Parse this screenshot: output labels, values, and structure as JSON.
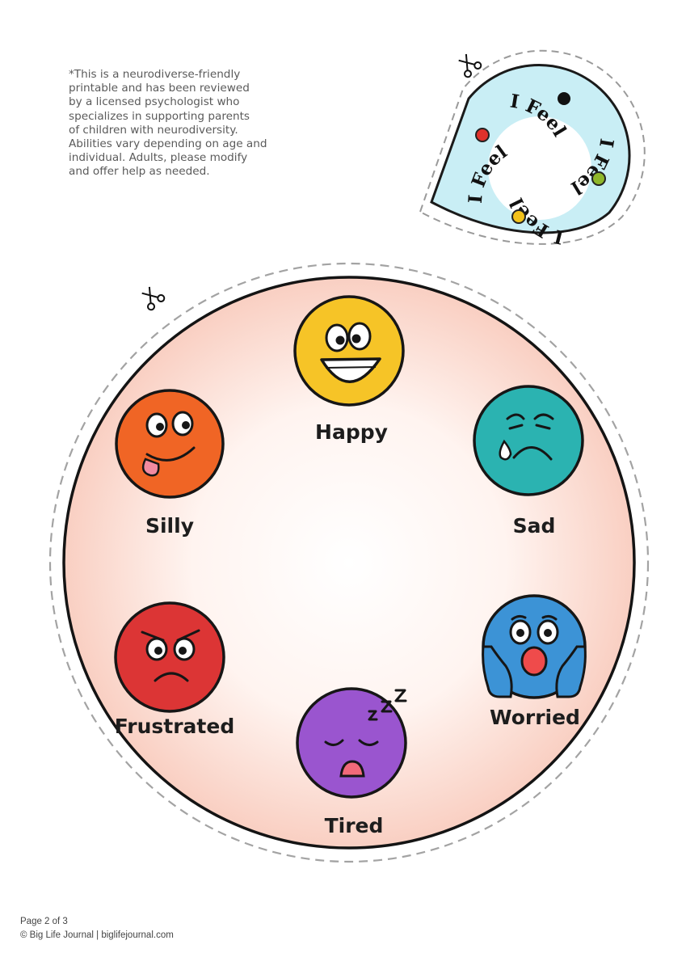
{
  "note": {
    "lines": [
      "*This is a neurodiverse-friendly",
      "printable and has been reviewed",
      "by a licensed psychologist who",
      "specializes in supporting parents",
      "of children with neurodiversity.",
      "Abilities vary depending on age and",
      "individual. Adults, please modify",
      "and offer help as needed."
    ]
  },
  "pointer": {
    "text": "I Feel",
    "colors": {
      "fill": "#c9eef5",
      "dot_black": "#111111",
      "dot_green": "#8fb72a",
      "dot_yellow": "#f2c21b",
      "dot_red": "#e0322b"
    }
  },
  "wheel": {
    "fill": "#f9cfc2",
    "emotions": [
      {
        "label": "Happy",
        "color": "#f6c427",
        "icon": "happy-face-icon"
      },
      {
        "label": "Sad",
        "color": "#2bb3b1",
        "icon": "sad-face-icon"
      },
      {
        "label": "Worried",
        "color": "#3c93d6",
        "icon": "worried-face-icon"
      },
      {
        "label": "Tired",
        "color": "#9a55cf",
        "icon": "tired-face-icon"
      },
      {
        "label": "Frustrated",
        "color": "#dc3535",
        "icon": "frustrated-face-icon"
      },
      {
        "label": "Silly",
        "color": "#f06525",
        "icon": "silly-face-icon"
      }
    ]
  },
  "footer": {
    "page": "Page 2 of 3",
    "copyright": "© Big Life Journal | biglifejournal.com"
  }
}
